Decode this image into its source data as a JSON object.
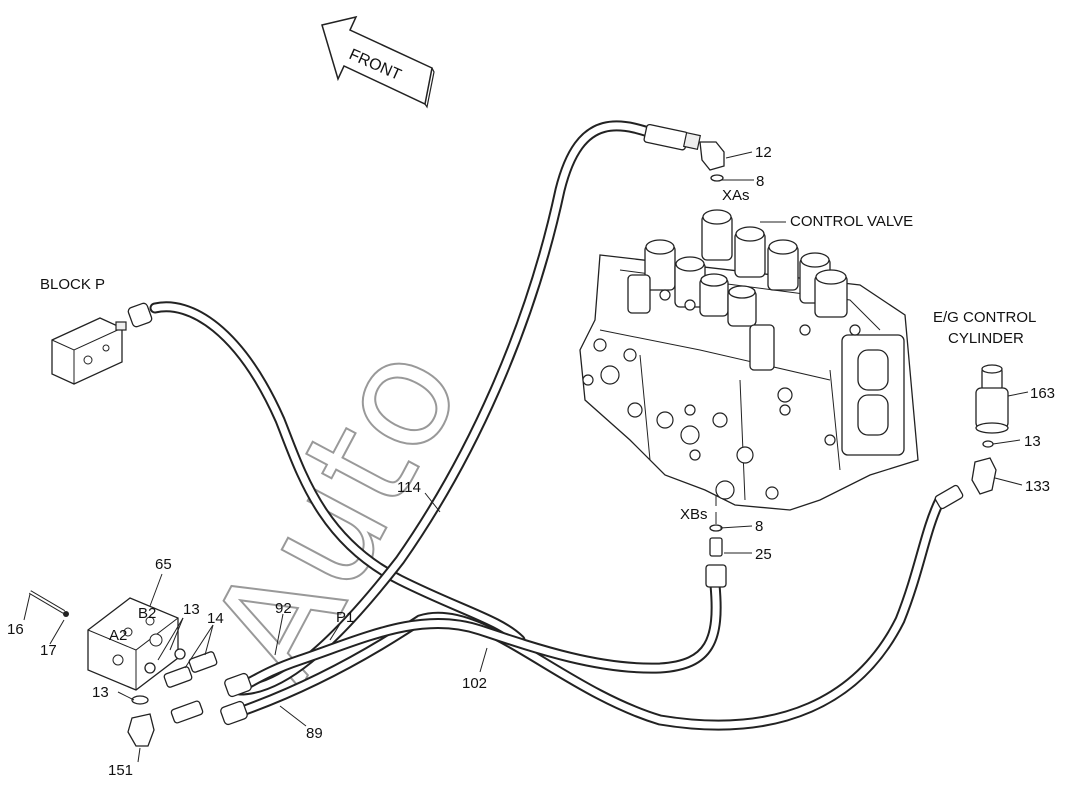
{
  "watermark": "Auto",
  "front_label": "FRONT",
  "components": {
    "block_p": "BLOCK P",
    "control_valve": "CONTROL VALVE",
    "eg_control_cylinder_line1": "E/G CONTROL",
    "eg_control_cylinder_line2": "CYLINDER"
  },
  "ports": {
    "xas": "XAs",
    "xbs": "XBs",
    "p1": "P1",
    "a2": "A2",
    "b2": "B2"
  },
  "callouts": {
    "c12": "12",
    "c8_top": "8",
    "c163": "163",
    "c13_right": "13",
    "c133": "133",
    "c114": "114",
    "c8_bottom": "8",
    "c25": "25",
    "c65": "65",
    "c13_top": "13",
    "c14": "14",
    "c92": "92",
    "c16": "16",
    "c17": "17",
    "c13_left": "13",
    "c102": "102",
    "c89": "89",
    "c151": "151"
  }
}
